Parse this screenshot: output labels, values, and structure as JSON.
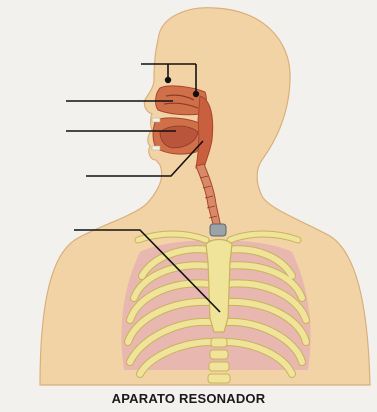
{
  "figure": {
    "caption": "APARATO RESONADOR",
    "label_lines": [
      {
        "id": "nasal-cavity",
        "label": ""
      },
      {
        "id": "oral-cavity",
        "label": ""
      },
      {
        "id": "pharynx",
        "label": ""
      },
      {
        "id": "sternum",
        "label": ""
      },
      {
        "id": "sinuses-bracket",
        "label": ""
      }
    ]
  },
  "colors": {
    "skin": "#f2d3a6",
    "skin_outline": "#d9b07c",
    "tissue": "#d0704a",
    "tissue_dark": "#a9452c",
    "bone": "#f0e39a",
    "bone_outline": "#c7b35a",
    "rib_gap": "#e7b7b0",
    "leader_line": "#111111"
  }
}
